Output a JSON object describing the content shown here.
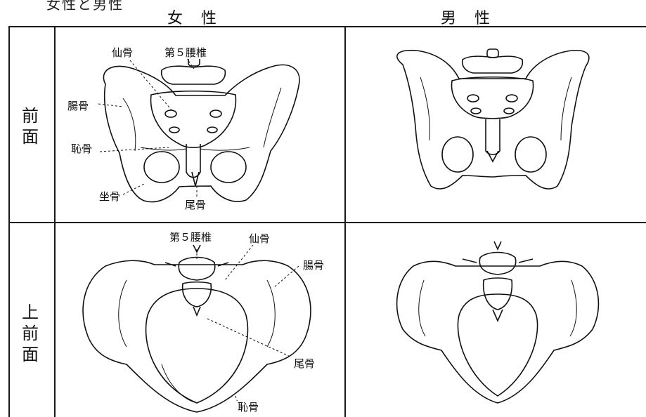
{
  "page": {
    "top_fragment": "女性と男性",
    "columns": {
      "female": "女性",
      "male": "男性"
    },
    "rows": {
      "front": "前面",
      "upper_front": "上前面"
    }
  },
  "annotations": {
    "front_female": {
      "sacrum": "仙骨",
      "lumbar5": "第５腰椎",
      "ilium": "腸骨",
      "pubis": "恥骨",
      "ischium": "坐骨",
      "coccyx": "尾骨"
    },
    "top_female": {
      "lumbar5": "第５腰椎",
      "sacrum": "仙骨",
      "ilium": "腸骨",
      "coccyx": "尾骨",
      "pubis": "恥骨"
    }
  }
}
